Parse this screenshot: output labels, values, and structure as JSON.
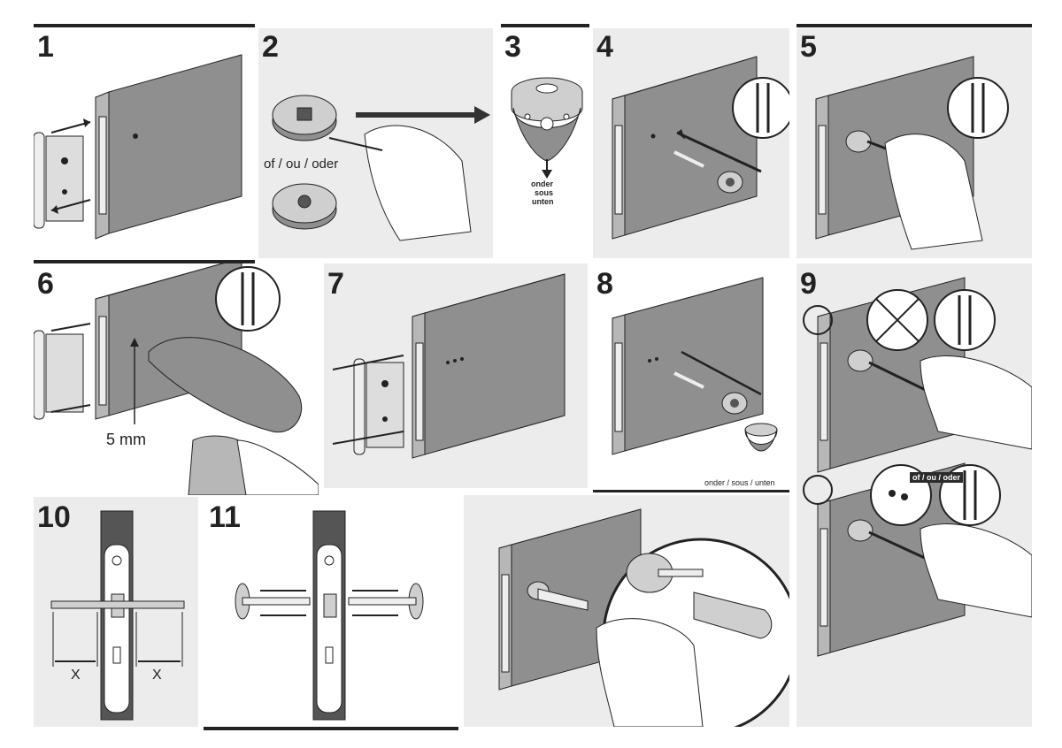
{
  "steps": [
    "1",
    "2",
    "3",
    "4",
    "5",
    "6",
    "7",
    "8",
    "9",
    "10",
    "11"
  ],
  "labels": {
    "alternative": "of / ou / oder",
    "below_top": "onder",
    "below_mid": "sous",
    "below_bot": "unten",
    "below_inline": "onder / sous / unten",
    "drill_depth": "5 mm",
    "distance_x": "X",
    "tag_small": "of / ou / oder"
  },
  "colors": {
    "panel_bg": "#ececec",
    "door_face": "#8f8f8f",
    "door_top": "#cfcfcf",
    "door_edge": "#b7b7b7",
    "line": "#222222"
  }
}
